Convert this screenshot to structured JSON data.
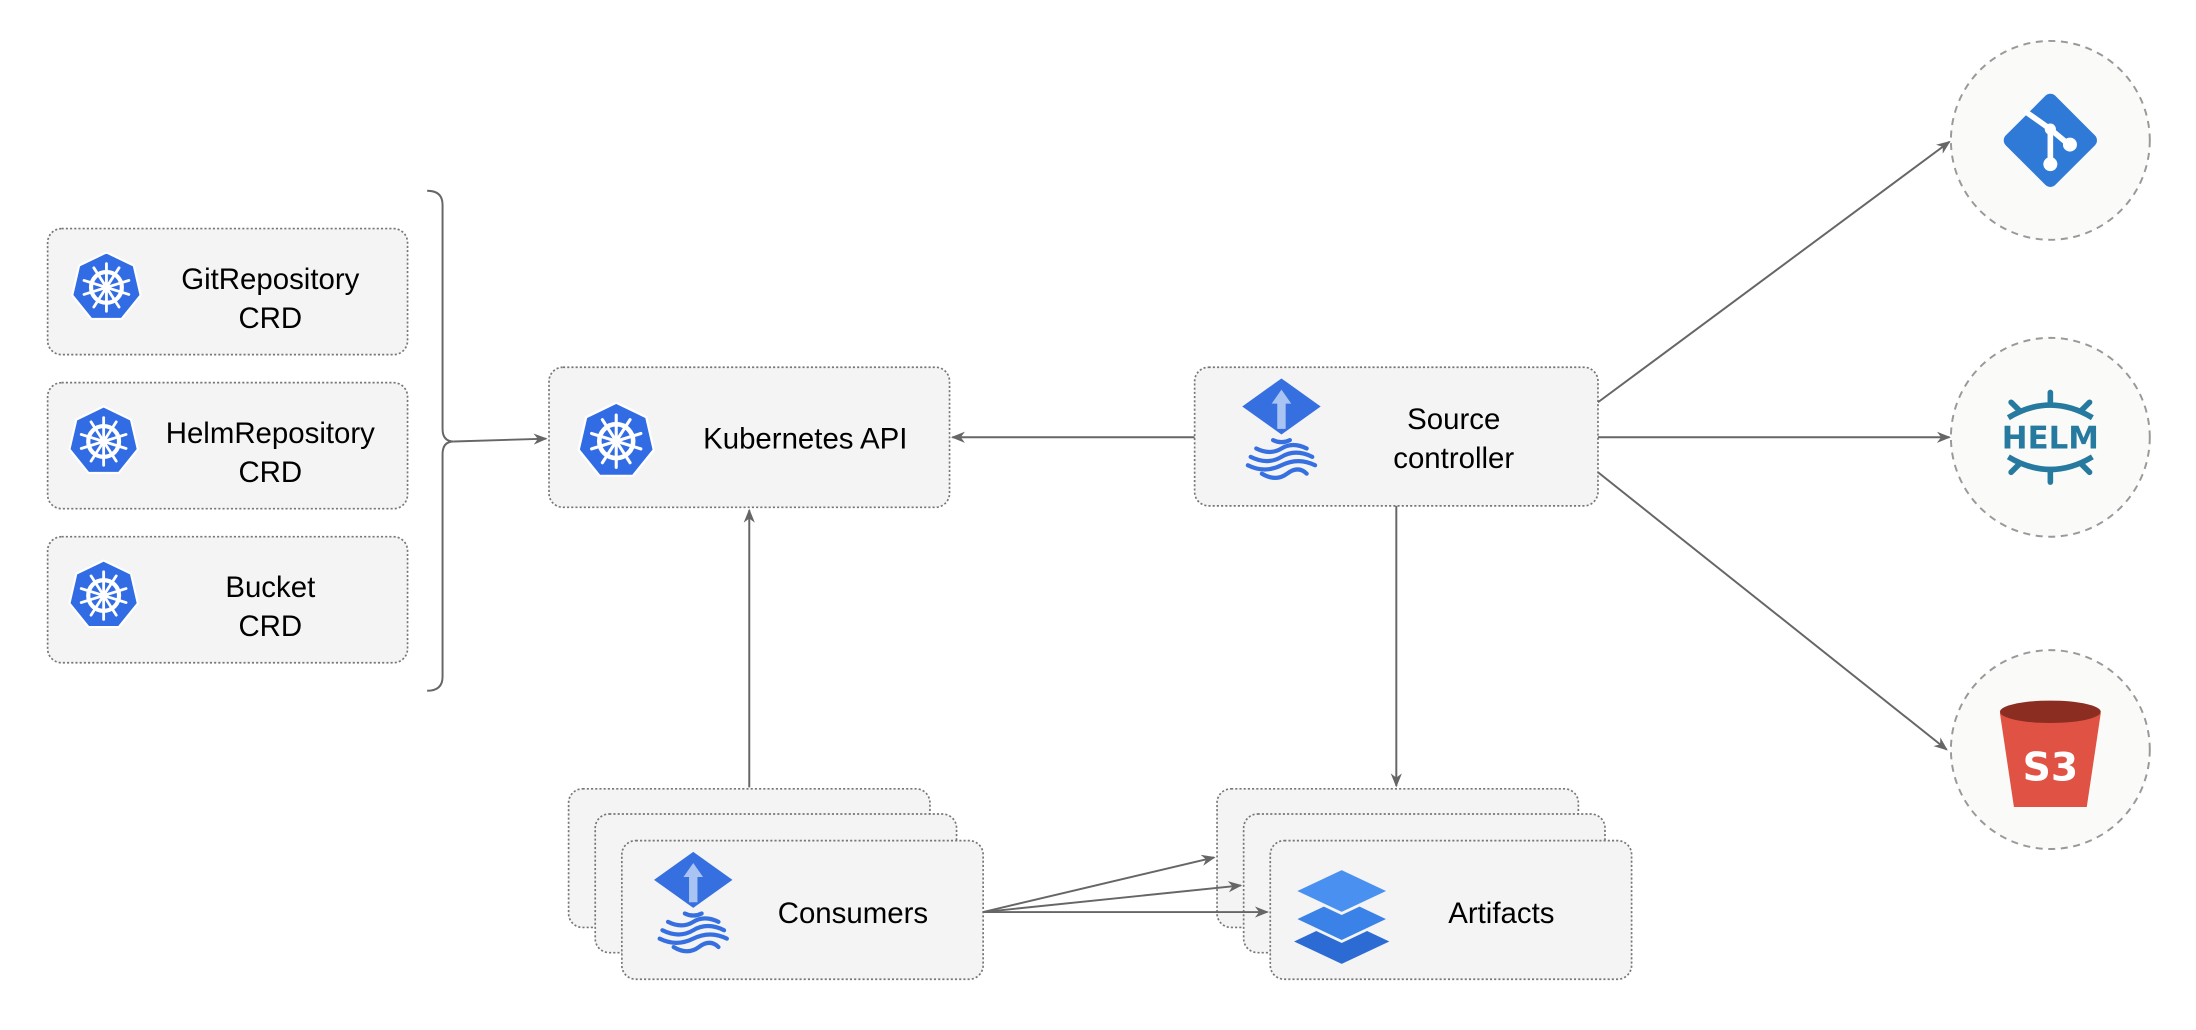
{
  "crds": [
    {
      "line1": "GitRepository",
      "line2": "CRD"
    },
    {
      "line1": "HelmRepository",
      "line2": "CRD"
    },
    {
      "line1": "Bucket",
      "line2": "CRD"
    }
  ],
  "kubernetes_api": {
    "label": "Kubernetes API"
  },
  "source_controller": {
    "line1": "Source",
    "line2": "controller"
  },
  "consumers": {
    "label": "Consumers"
  },
  "artifacts": {
    "label": "Artifacts"
  },
  "sources": {
    "helm_text": "HELM",
    "s3_text": "S3"
  },
  "colors": {
    "kubernetes_blue": "#326ce5",
    "git_blue": "#2f7ad6",
    "helm_teal": "#277a9f",
    "s3_red": "#e05243",
    "s3_dark": "#8c2d22",
    "flux_blue": "#3670e0"
  }
}
